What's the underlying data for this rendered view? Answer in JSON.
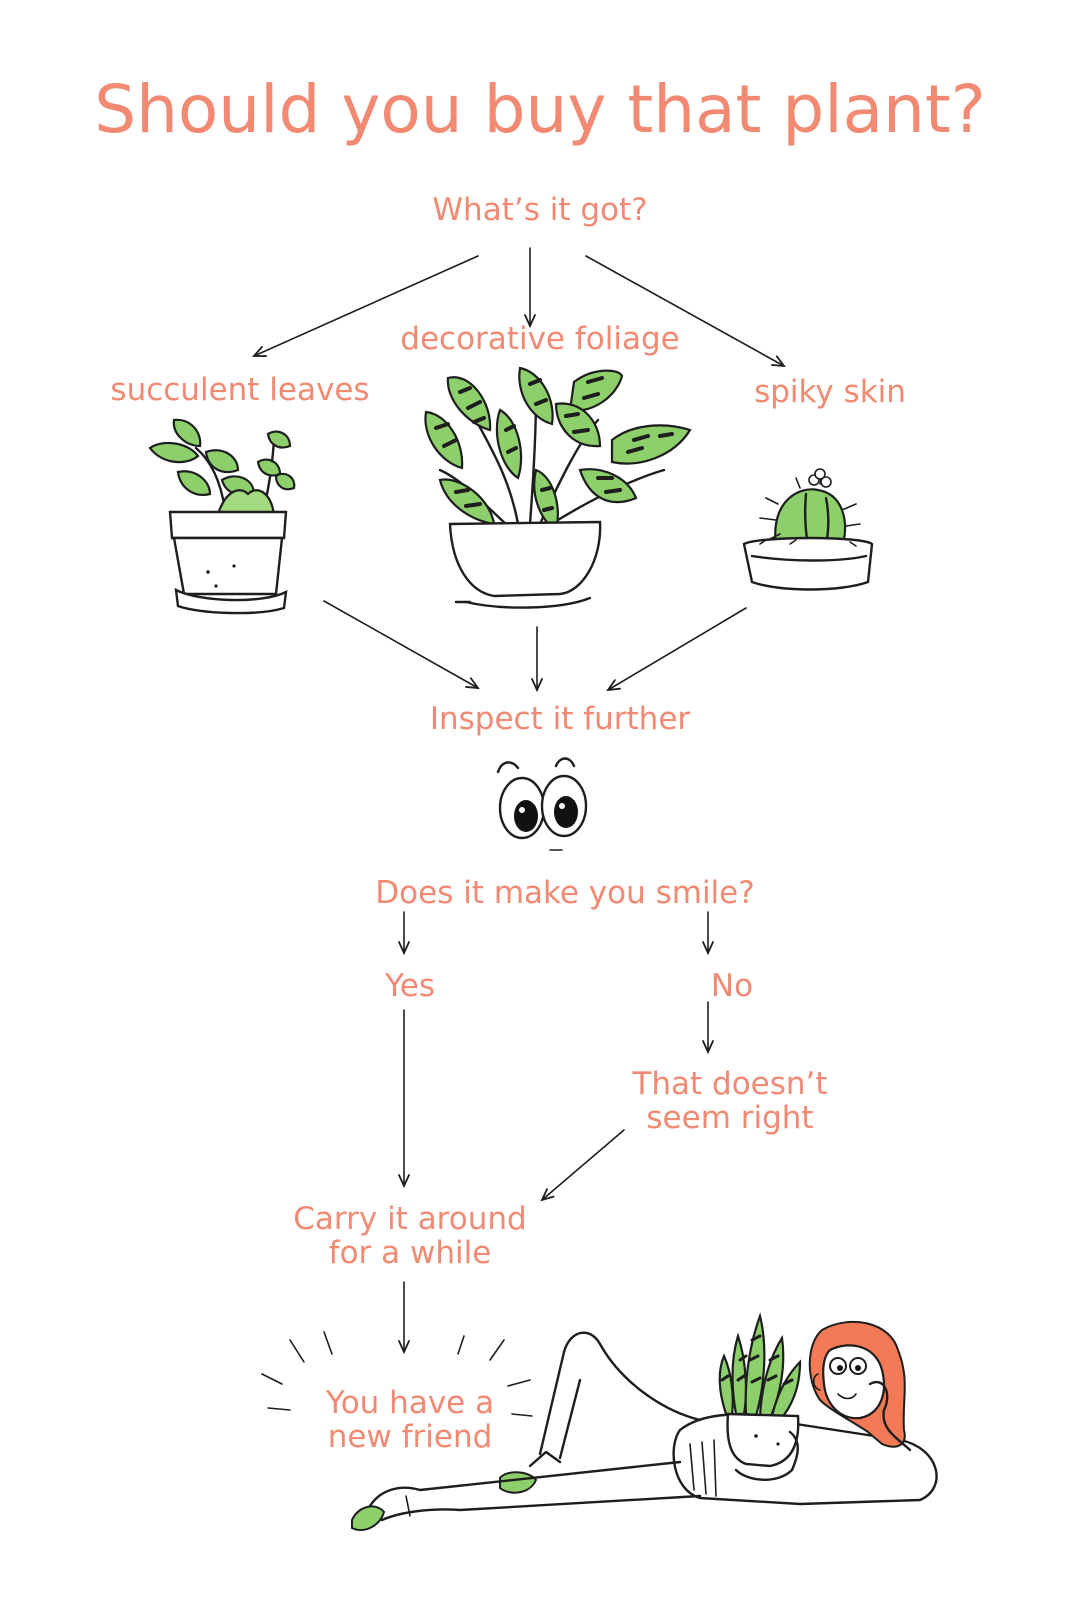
{
  "title": "Should you buy that plant?",
  "nodes": {
    "whats_it_got": "What’s it got?",
    "decorative_foliage": "decorative foliage",
    "succulent_leaves": "succulent leaves",
    "spiky_skin": "spiky skin",
    "inspect": "Inspect it further",
    "smile": "Does it make you smile?",
    "yes": "Yes",
    "no": "No",
    "doesnt_seem_right": [
      "That doesn’t",
      "seem right"
    ],
    "carry": [
      "Carry it around",
      "for a while"
    ],
    "new_friend": [
      "You have a",
      "new friend"
    ]
  },
  "colors": {
    "text": "#f28a73",
    "ink": "#1e1e1e",
    "leaf_green": "#8ccf6b",
    "hair": "#f27a57",
    "background": "#ffffff"
  },
  "illustrations": [
    "succulent-icon",
    "foliage-plant-icon",
    "cactus-icon",
    "eyes-icon",
    "person-with-plant-icon"
  ]
}
